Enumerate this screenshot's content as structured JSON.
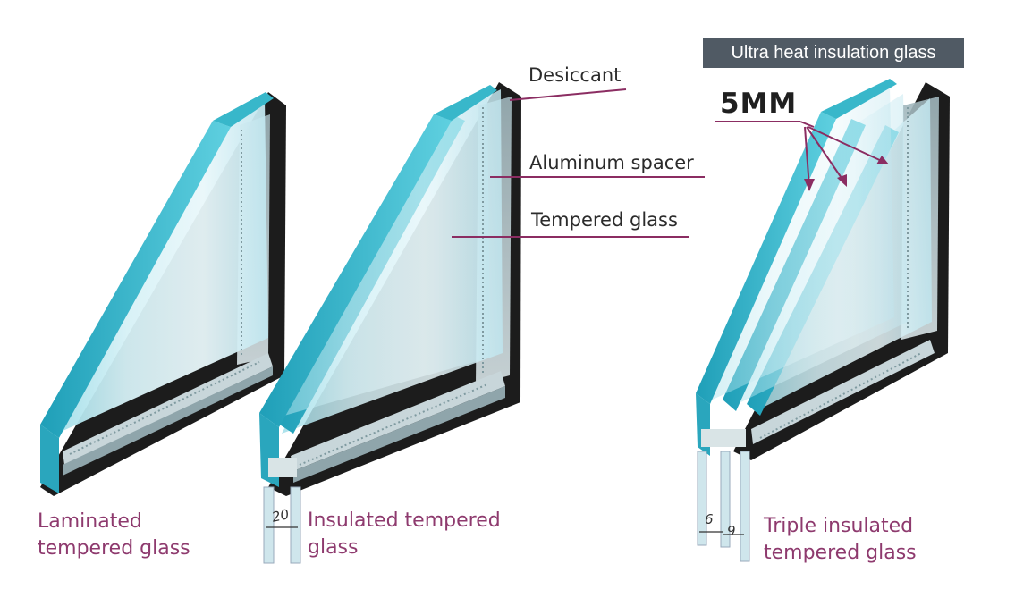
{
  "banner": {
    "title": "Ultra heat insulation glass"
  },
  "callouts": {
    "desiccant": "Desiccant",
    "spacer": "Aluminum spacer",
    "tempered": "Tempered glass",
    "thickness": "5MM"
  },
  "captions": {
    "laminated": [
      "Laminated",
      "tempered glass"
    ],
    "insulated": [
      "Insulated tempered",
      "glass"
    ],
    "triple": [
      "Triple insulated",
      "tempered glass"
    ]
  },
  "dimensions": {
    "insulated_gap": "20",
    "triple_gap_1": "6",
    "triple_gap_2": "9"
  },
  "colors": {
    "glass_face": "#55c3d3",
    "glass_edge": "#2aa6bd",
    "frame": "#1c1c1c",
    "caption_text": "#8e3a6e",
    "leader_line": "#8b2d62",
    "banner_bg": "#505a64"
  }
}
